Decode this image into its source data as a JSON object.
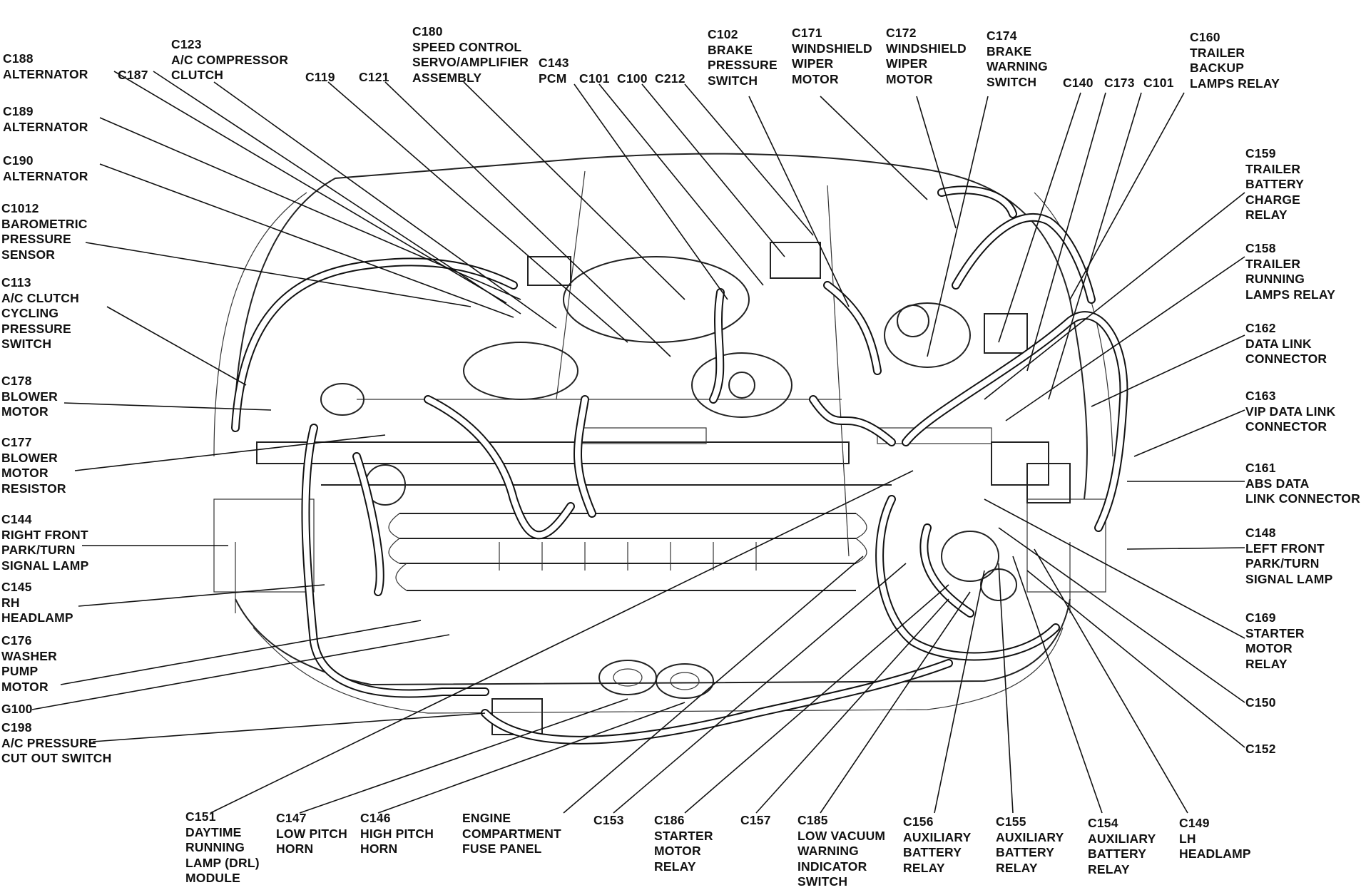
{
  "labels": {
    "c188": "C188\nALTERNATOR",
    "c123": "C123\nA/C COMPRESSOR\nCLUTCH",
    "c187": "C187",
    "c119": "C119",
    "c121": "C121",
    "c180": "C180\nSPEED CONTROL\nSERVO/AMPLIFIER\nASSEMBLY",
    "c143": "C143\nPCM",
    "c101a": "C101",
    "c100": "C100",
    "c212": "C212",
    "c102": "C102\nBRAKE\nPRESSURE\nSWITCH",
    "c171": "C171\nWINDSHIELD\nWIPER\nMOTOR",
    "c172": "C172\nWINDSHIELD\nWIPER\nMOTOR",
    "c174": "C174\nBRAKE\nWARNING\nSWITCH",
    "c140": "C140",
    "c173": "C173",
    "c101b": "C101",
    "c160": "C160\nTRAILER\nBACKUP\nLAMPS RELAY",
    "c189": "C189\nALTERNATOR",
    "c190": "C190\nALTERNATOR",
    "c1012": "C1012\nBAROMETRIC\nPRESSURE\nSENSOR",
    "c113": "C113\nA/C CLUTCH\nCYCLING\nPRESSURE\nSWITCH",
    "c178": "C178\nBLOWER\nMOTOR",
    "c177": "C177\nBLOWER\nMOTOR\nRESISTOR",
    "c144": "C144\nRIGHT FRONT\nPARK/TURN\nSIGNAL LAMP",
    "c145": "C145\nRH\nHEADLAMP",
    "c176": "C176\nWASHER\nPUMP\nMOTOR",
    "g100": "G100",
    "c198": "C198\nA/C PRESSURE\nCUT OUT SWITCH",
    "c159": "C159\nTRAILER\nBATTERY\nCHARGE\nRELAY",
    "c158": "C158\nTRAILER\nRUNNING\nLAMPS RELAY",
    "c162": "C162\nDATA LINK\nCONNECTOR",
    "c163": "C163\nVIP DATA LINK\nCONNECTOR",
    "c161": "C161\nABS DATA\nLINK CONNECTOR",
    "c148": "C148\nLEFT FRONT\nPARK/TURN\nSIGNAL LAMP",
    "c169": "C169\nSTARTER\nMOTOR\nRELAY",
    "c150": "C150",
    "c152": "C152",
    "c151": "C151\nDAYTIME\nRUNNING\nLAMP (DRL)\nMODULE",
    "c147": "C147\nLOW PITCH\nHORN",
    "c146": "C146\nHIGH PITCH\nHORN",
    "fuse": "ENGINE\nCOMPARTMENT\nFUSE PANEL",
    "c153": "C153",
    "c186": "C186\nSTARTER\nMOTOR\nRELAY",
    "c157": "C157",
    "c185": "C185\nLOW VACUUM\nWARNING\nINDICATOR\nSWITCH",
    "c156": "C156\nAUXILIARY\nBATTERY\nRELAY",
    "c155": "C155\nAUXILIARY\nBATTERY\nRELAY",
    "c154": "C154\nAUXILIARY\nBATTERY\nRELAY",
    "c149": "C149\nLH\nHEADLAMP"
  }
}
